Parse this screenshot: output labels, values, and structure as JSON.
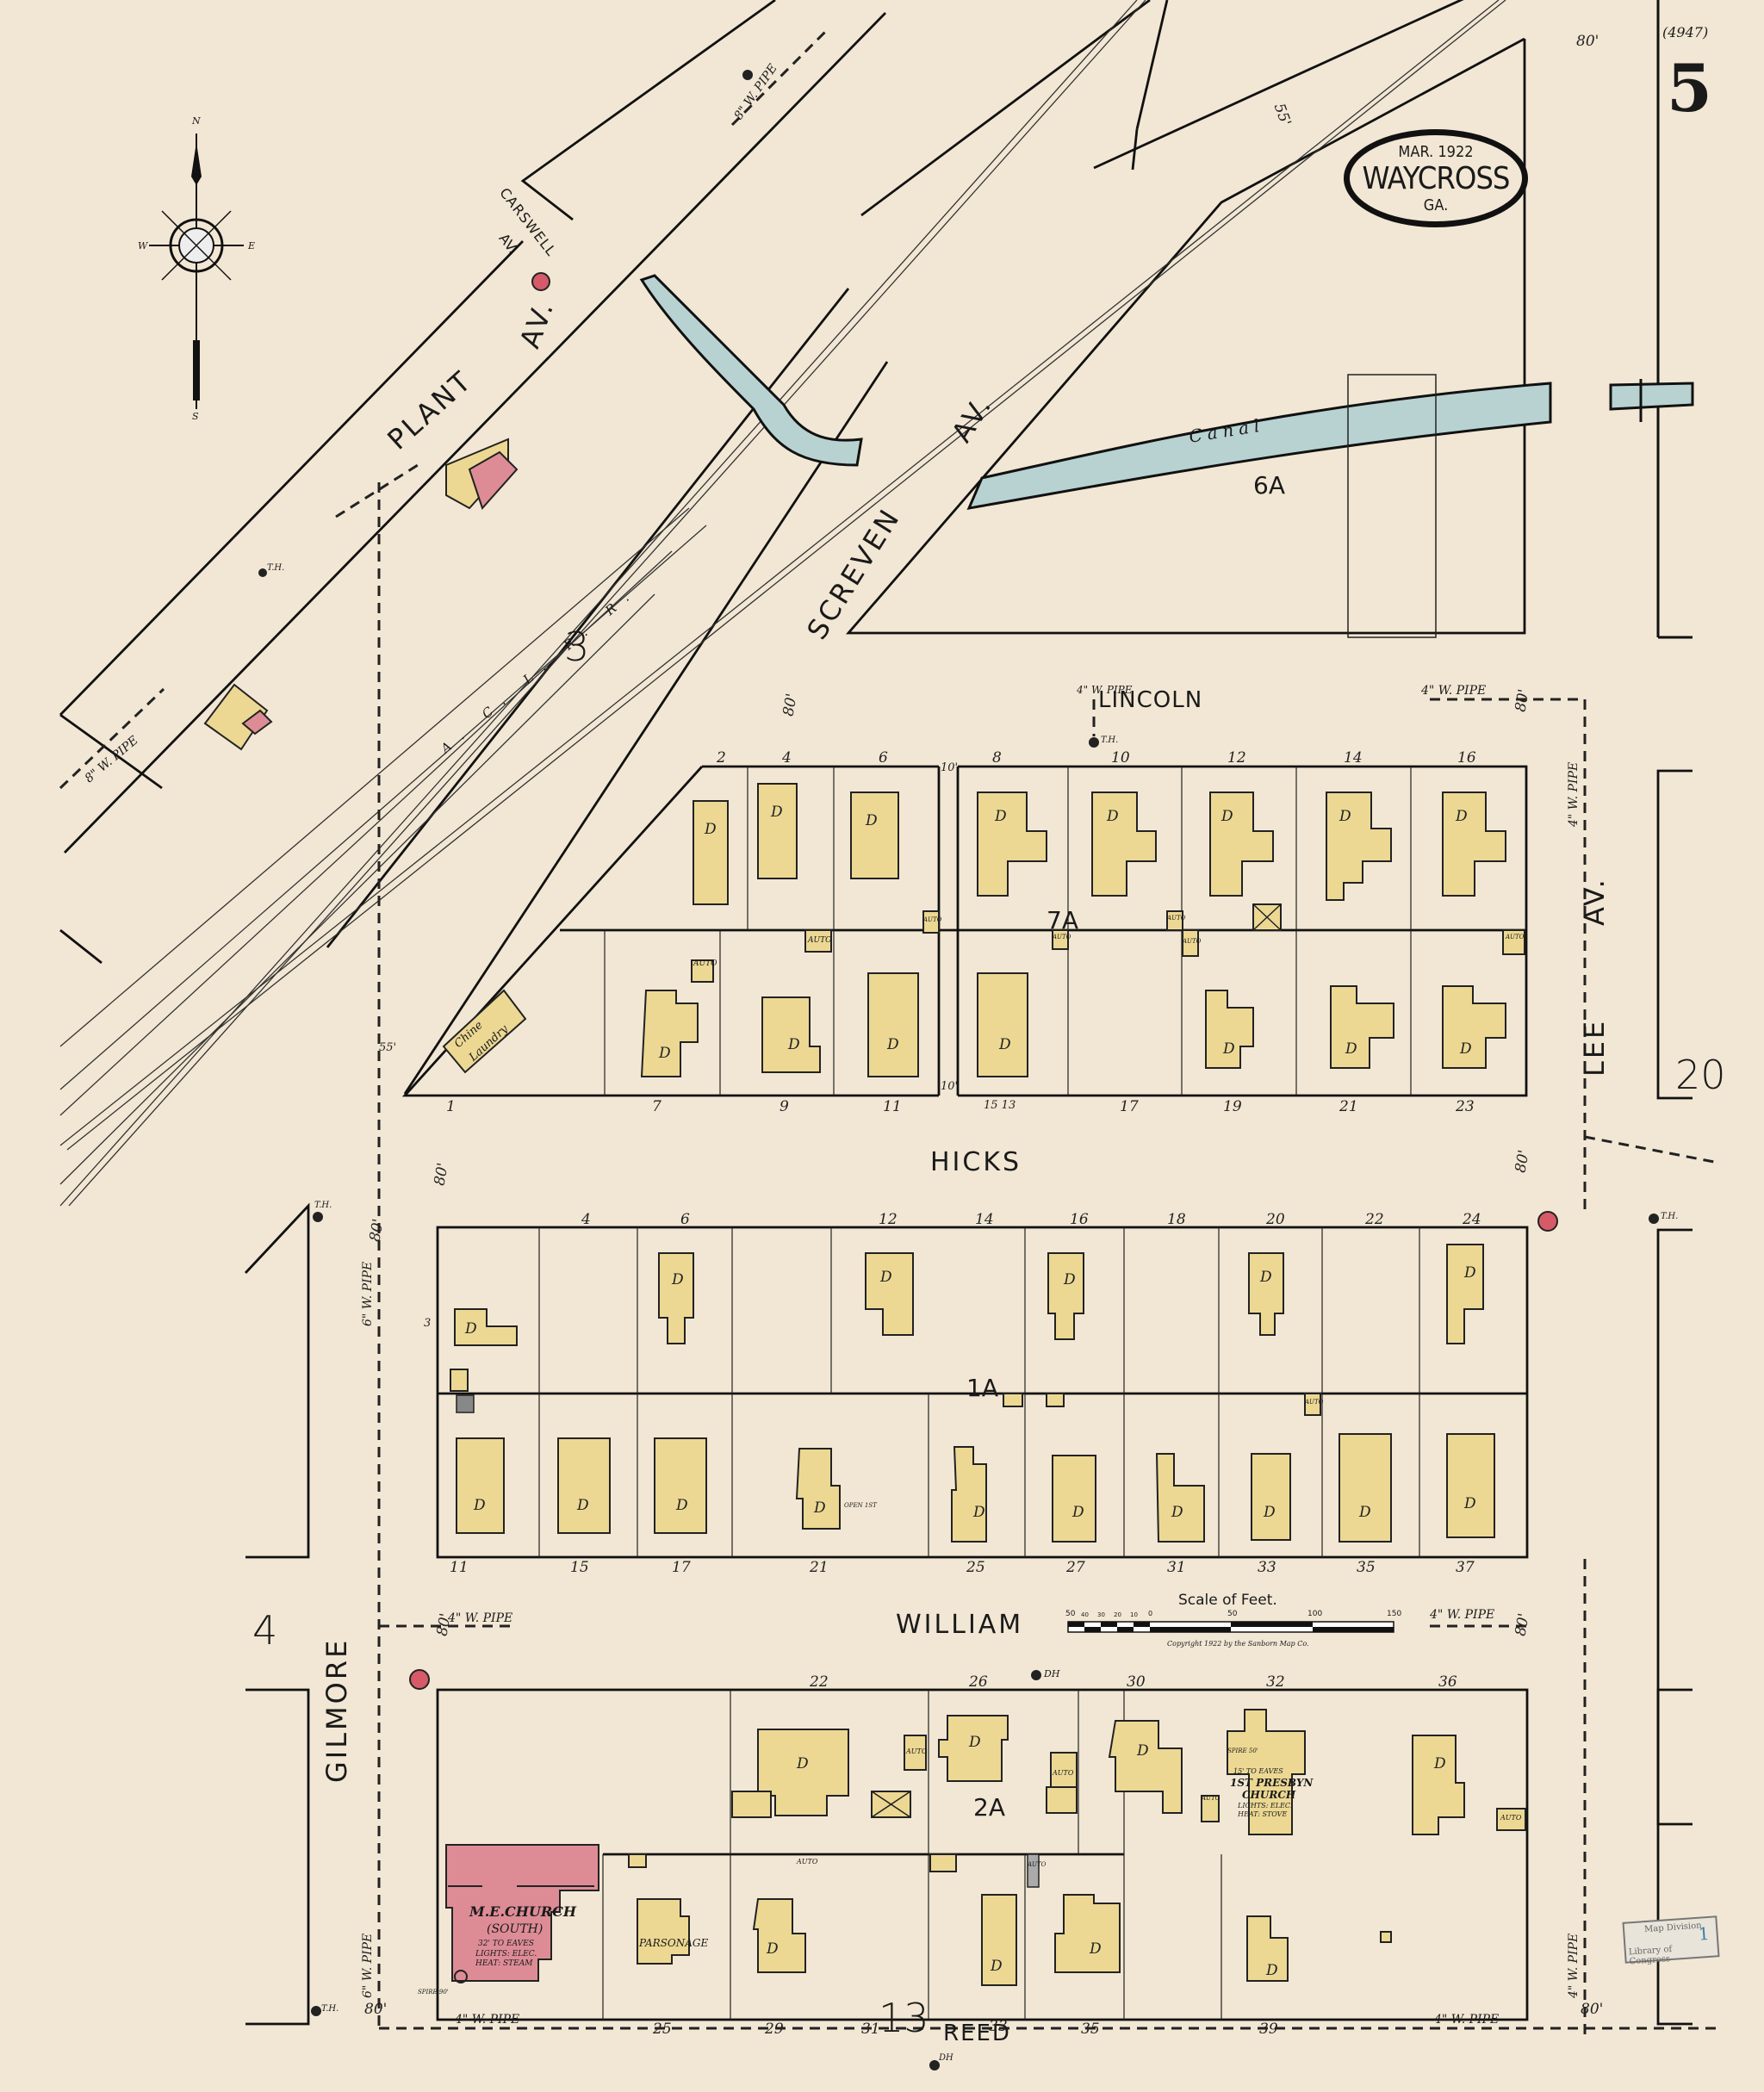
{
  "header": {
    "sheet_number": "5",
    "sheet_code": "(4947)",
    "title_date": "MAR. 1922",
    "title_city": "WAYCROSS",
    "title_state": "GA."
  },
  "compass": {
    "n": "N",
    "s": "S",
    "e": "E",
    "w": "W"
  },
  "streets": {
    "plant_av": "PLANT",
    "plant_av_suffix": "AV.",
    "carswell_av": "CARSWELL",
    "carswell_av_suffix": "AV.",
    "screven_av": "SCREVEN",
    "screven_av_suffix": "AV.",
    "lincoln": "LINCOLN",
    "hicks": "HICKS",
    "william": "WILLIAM",
    "reed": "REED",
    "gilmore": "GILMORE",
    "lee_av": "LEE",
    "lee_av_suffix": "AV."
  },
  "railroad": {
    "label": "A. C. L. R. R."
  },
  "canal": {
    "label": "Canal"
  },
  "block_numbers": {
    "b6a": "6A",
    "b7a": "7A",
    "b1a": "1A",
    "b2a": "2A"
  },
  "adjacent_sheets": {
    "s3": "3",
    "s4": "4",
    "s13": "13",
    "s20": "20"
  },
  "widths": {
    "w80": "80'",
    "w55": "55'"
  },
  "pipes": {
    "p8": "8\" W. PIPE",
    "p4": "4\" W. PIPE",
    "p6": "6\" W. PIPE"
  },
  "symbols": {
    "fire_alarm": "FA",
    "hydrant": "T.H.",
    "dh": "DH"
  },
  "labels": {
    "dwelling": "D",
    "auto": "AUTO",
    "chine_laundry_1": "Chine",
    "chine_laundry_2": "Laundry",
    "open_1st": "OPEN 1ST",
    "parsonage": "PARSONAGE",
    "me_church": "M.E.CHURCH",
    "me_church_sub": "(SOUTH)",
    "me_church_eaves": "32' TO EAVES",
    "me_church_lights": "LIGHTS: ELEC.",
    "me_church_heat": "HEAT: STEAM",
    "me_spire": "SPIRE 90'",
    "presby_eaves": "15' TO EAVES",
    "presby_church_1": "1ST PRESBYN",
    "presby_church_2": "CHURCH",
    "presby_lights": "LIGHTS: ELEC.",
    "presby_heat": "HEAT: STOVE",
    "presby_spire": "SPIRE 50'"
  },
  "lincoln_block": {
    "north_addresses": [
      "2",
      "4",
      "6",
      "8",
      "10",
      "12",
      "14",
      "16"
    ],
    "south_addresses": [
      "1",
      "7",
      "9",
      "11",
      "15 13",
      "17",
      "19",
      "21",
      "23"
    ],
    "alley": "10'"
  },
  "hicks_block": {
    "north_addresses": [
      "4",
      "6",
      "12",
      "14",
      "16",
      "18",
      "20",
      "22",
      "24"
    ],
    "south_addresses": [
      "11",
      "15",
      "17",
      "21",
      "25",
      "27",
      "31",
      "33",
      "35",
      "37"
    ],
    "side_address": "3"
  },
  "william_block": {
    "north_addresses": [
      "22",
      "26",
      "30",
      "32",
      "36"
    ],
    "south_addresses": [
      "25",
      "29",
      "31",
      "33",
      "35",
      "39"
    ]
  },
  "scale": {
    "title": "Scale of Feet.",
    "ticks": [
      "50",
      "40",
      "30",
      "20",
      "10",
      "0",
      "50",
      "100",
      "150"
    ],
    "copyright": "Copyright 1922 by the Sanborn Map Co."
  },
  "stamp": {
    "line1": "Map Division",
    "line2": "Library of Congress",
    "number": "1"
  },
  "colors": {
    "paper": "#f2e7d4",
    "frame_dwelling": "#ecd893",
    "brick": "#dd8c96",
    "water": "#b8d2d2",
    "ink": "#111111"
  }
}
